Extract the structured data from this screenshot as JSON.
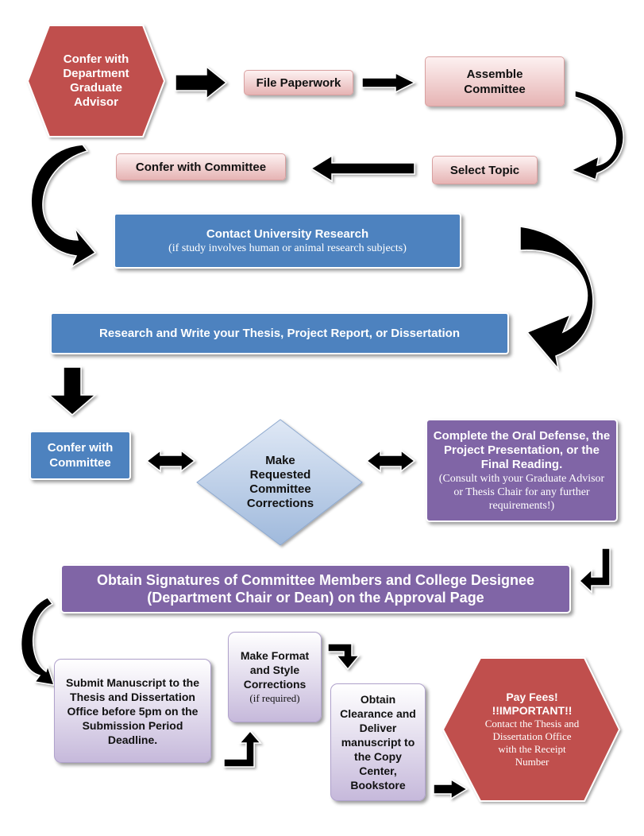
{
  "steps": {
    "confer_advisor": "Confer with Department Graduate Advisor",
    "file_paperwork": "File Paperwork",
    "assemble_committee": "Assemble Committee",
    "select_topic": "Select Topic",
    "confer_committee_1": "Confer with Committee",
    "contact_research": {
      "title": "Contact University Research",
      "note": "(if study involves human or animal research subjects)"
    },
    "research_write": "Research and Write your Thesis, Project Report, or Dissertation",
    "confer_committee_2": "Confer with Committee",
    "make_corrections": "Make Requested Committee Corrections",
    "oral_defense": {
      "title": "Complete the Oral Defense, the Project Presentation, or the Final Reading.",
      "note": "(Consult with your Graduate Advisor or Thesis Chair for any further requirements!)"
    },
    "obtain_signatures": "Obtain Signatures of Committee Members and College Designee (Department Chair or Dean) on the Approval Page",
    "submit_manuscript": "Submit Manuscript to the Thesis and Dissertation Office before 5pm on the Submission Period Deadline.",
    "format_corrections": {
      "title": "Make Format and Style Corrections",
      "note": "(if required)"
    },
    "obtain_clearance": "Obtain Clearance and Deliver manuscript to the Copy Center, Bookstore",
    "pay_fees": {
      "line1": "Pay Fees!",
      "line2": "!!IMPORTANT!!",
      "note": "Contact the Thesis and Dissertation Office with the Receipt Number"
    }
  },
  "colors": {
    "red_hex": "#c0504d",
    "pink_box": "#e6b4b4",
    "blue_box": "#4d82bf",
    "purple_box": "#8065a6",
    "lavender_box": "#c6b9db",
    "diamond": "#c5d6ee",
    "arrow": "#000000"
  }
}
